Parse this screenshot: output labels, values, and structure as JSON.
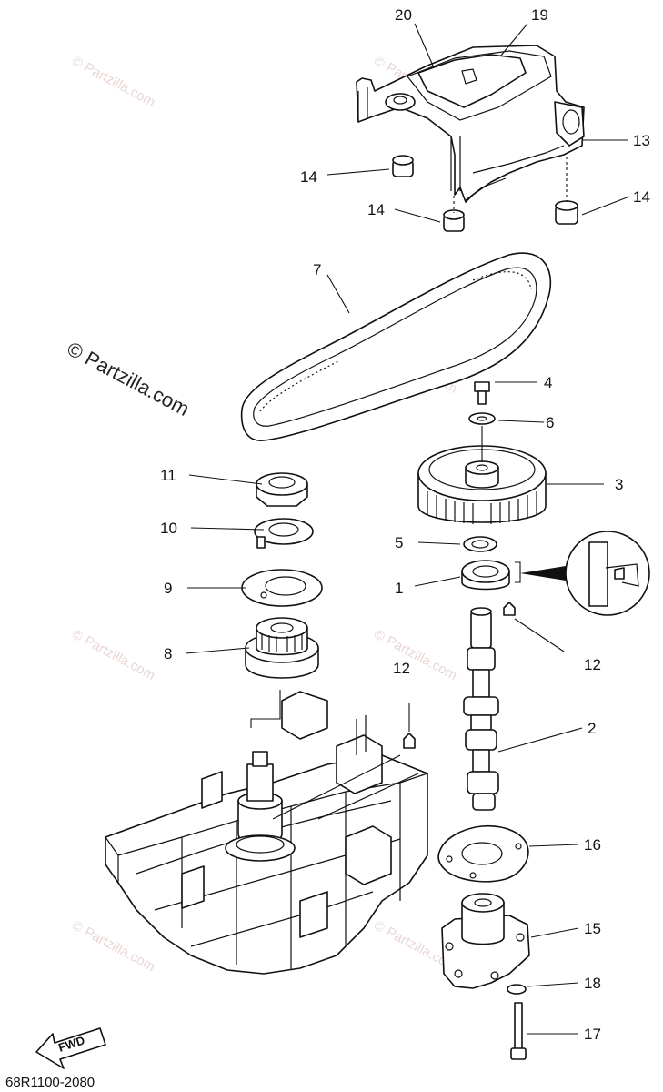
{
  "watermark": {
    "main": "© Partzilla.com",
    "repeat": "© Partzilla.com"
  },
  "callouts": {
    "c20": "20",
    "c19": "19",
    "c13": "13",
    "c14a": "14",
    "c14b": "14",
    "c14c": "14",
    "c7": "7",
    "c4": "4",
    "c6": "6",
    "c3": "3",
    "c5": "5",
    "c1": "1",
    "c11": "11",
    "c10": "10",
    "c9": "9",
    "c8": "8",
    "c12a": "12",
    "c12b": "12",
    "c2": "2",
    "c16": "16",
    "c15": "15",
    "c18": "18",
    "c17": "17"
  },
  "footer": {
    "code": "68R1100-2080",
    "fwd_label": "FWD"
  }
}
